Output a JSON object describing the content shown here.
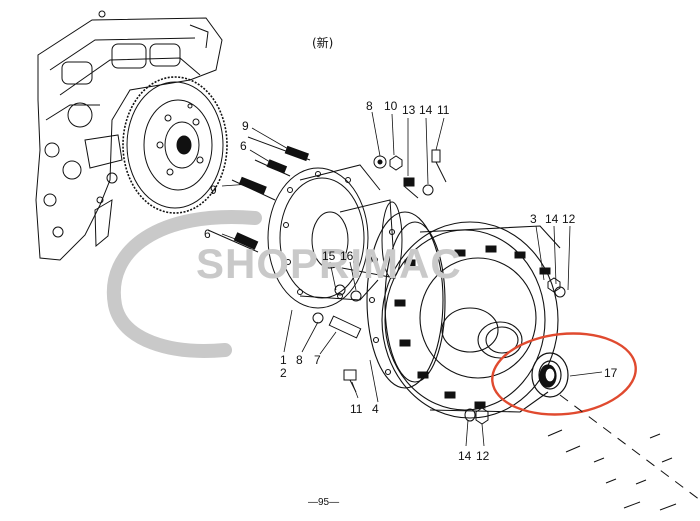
{
  "header": {
    "title": "(新)"
  },
  "footer": {
    "page": "—95—"
  },
  "watermark": {
    "text": "SHOPRIMAC"
  },
  "callouts": {
    "c8a": "8",
    "c10": "10",
    "c13": "13",
    "c14a": "14",
    "c11a": "11",
    "c9a": "9",
    "c6a": "6",
    "c9b": "9",
    "c6b": "6",
    "c15": "15",
    "c16": "16",
    "c3": "3",
    "c14b": "14",
    "c12a": "12",
    "c1": "1",
    "c2": "2",
    "c8b": "8",
    "c7": "7",
    "c11b": "11",
    "c4": "4",
    "c17": "17",
    "c14c": "14",
    "c12b": "12"
  },
  "highlight_color": "#e04a2f",
  "line_color": "#111111",
  "watermark_color": "#c9c9c9"
}
